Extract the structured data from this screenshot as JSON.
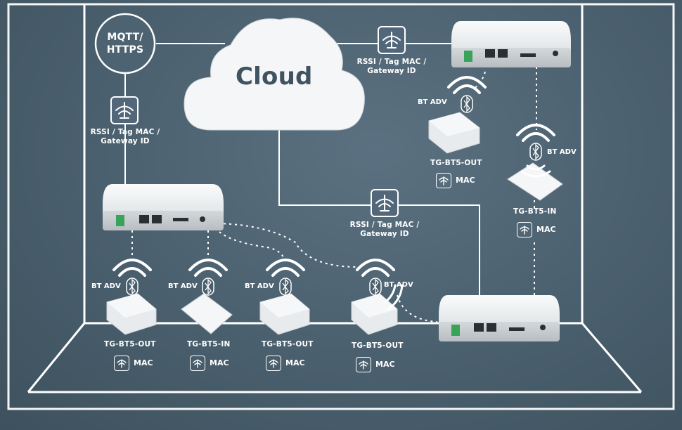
{
  "cloud": {
    "label": "Cloud"
  },
  "mqtt": {
    "line1": "MQTT/",
    "line2": "HTTPS"
  },
  "report": {
    "line1": "RSSI / Tag MAC /",
    "line2": "Gateway ID"
  },
  "bt_adv": "BT ADV",
  "mac": "MAC",
  "tags": {
    "out": "TG-BT5-OUT",
    "in": "TG-BT5-IN"
  },
  "colors": {
    "background": "#4a5f6d",
    "line": "#ffffff",
    "cloud": "#f4f6f7",
    "device": "#e9ecee"
  }
}
